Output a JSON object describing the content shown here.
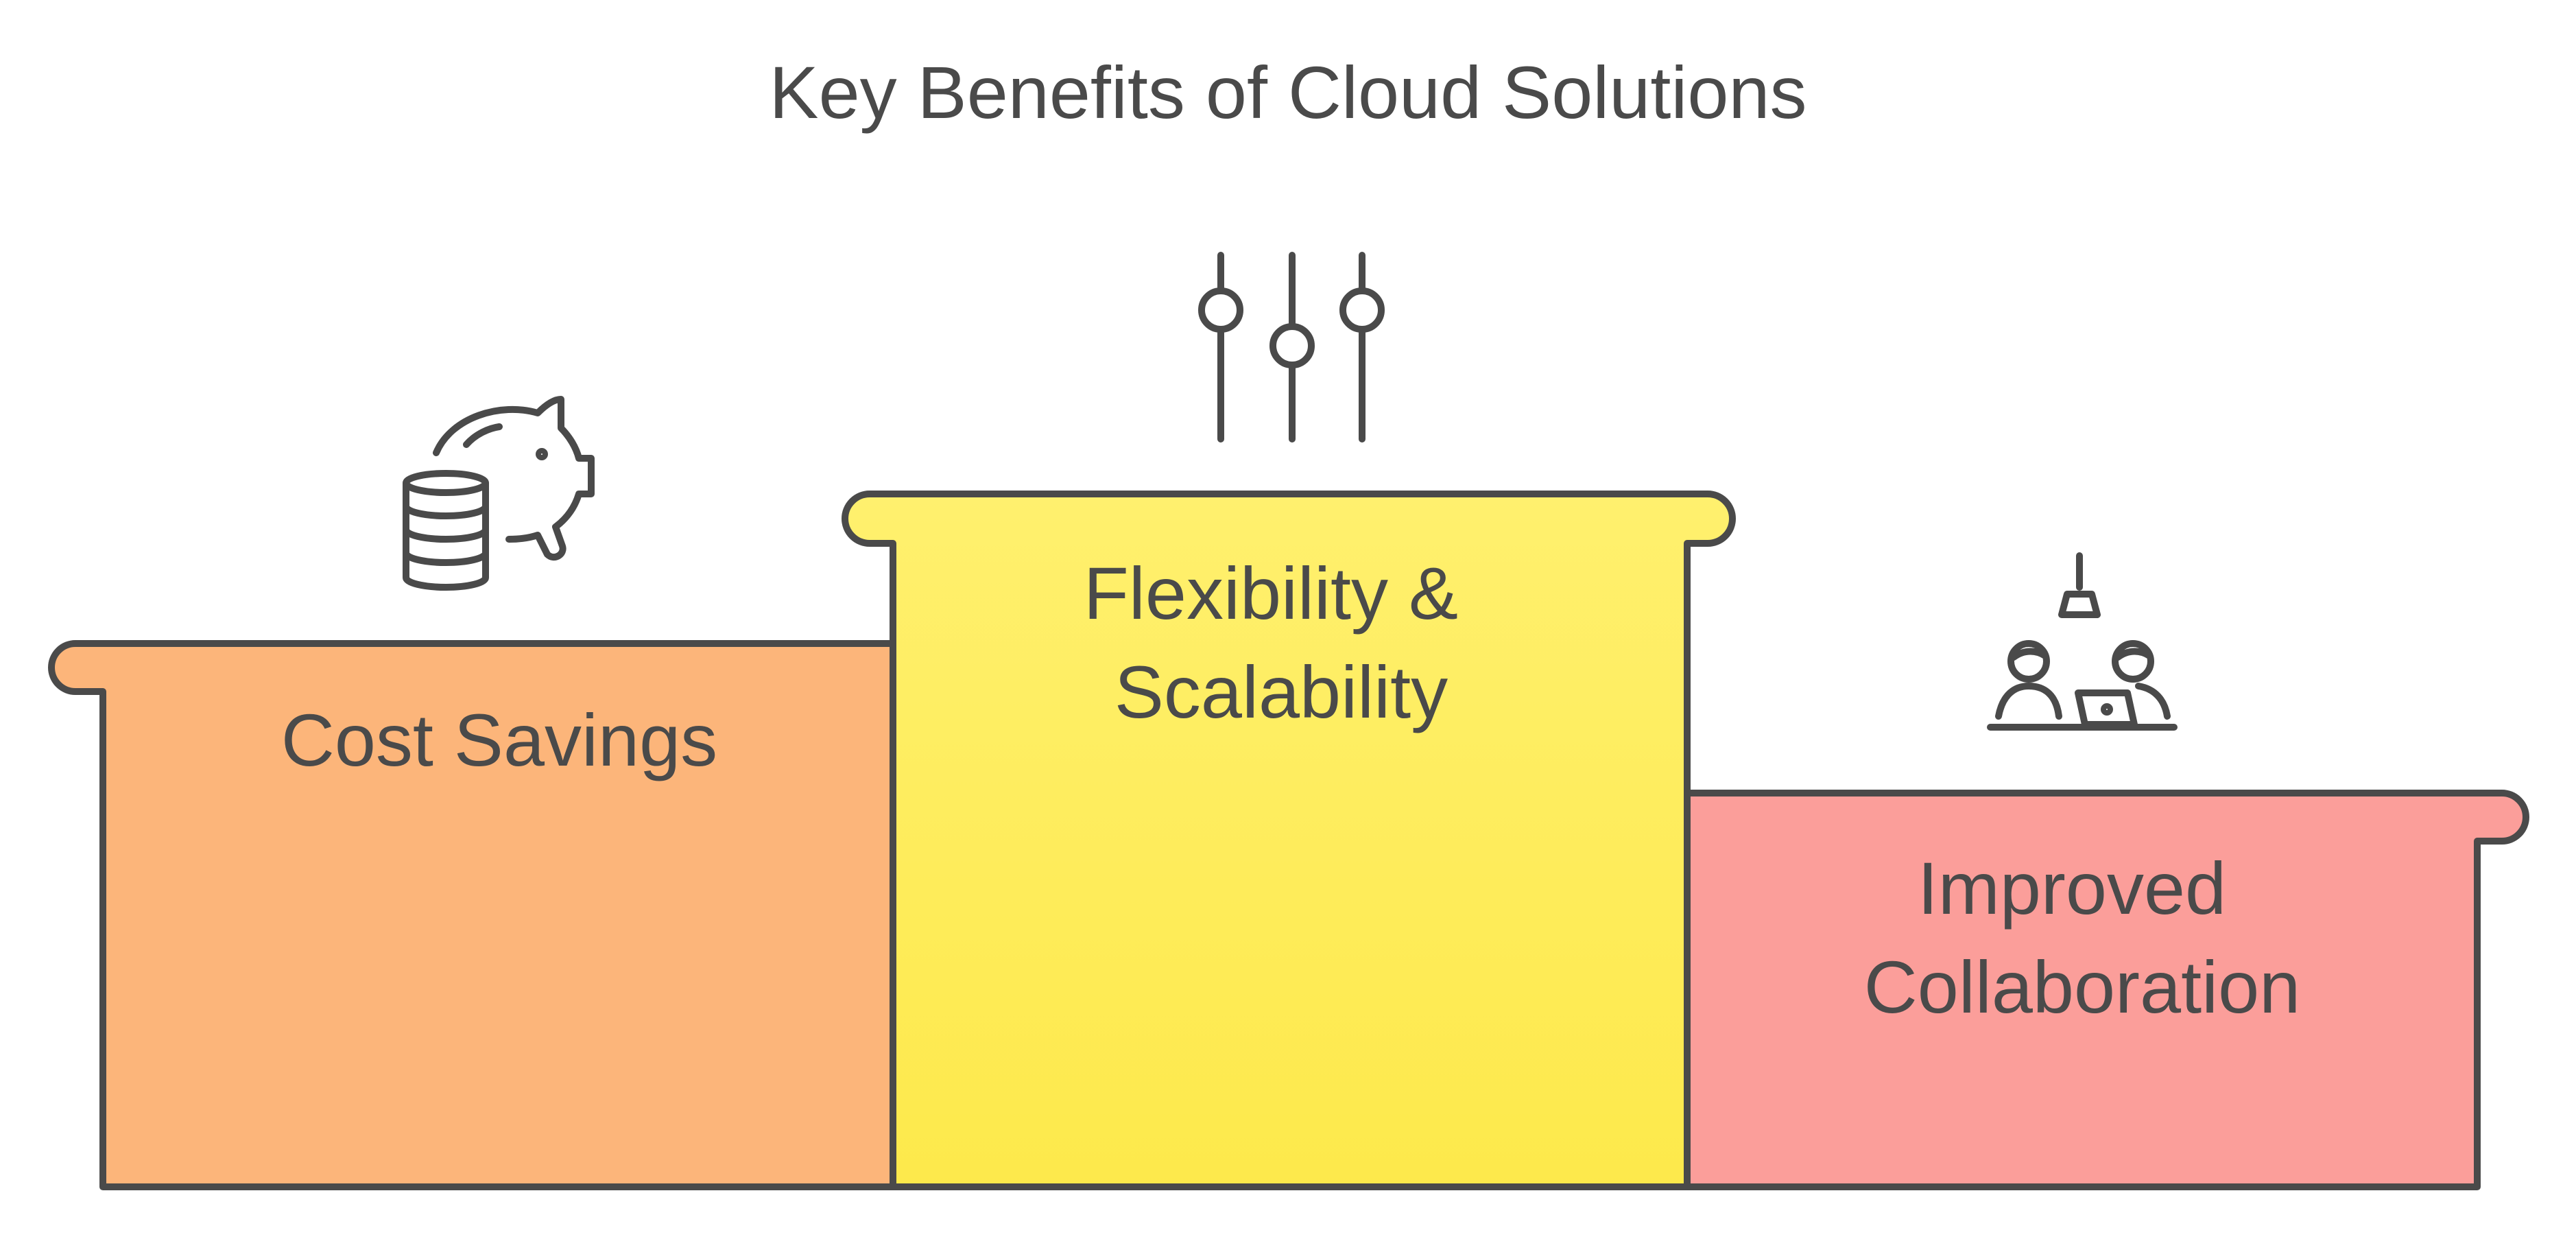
{
  "title": "Key Benefits of Cloud Solutions",
  "colors": {
    "outline": "#4a4a4a",
    "cost_savings": "#fcb57a",
    "flexibility": "#fdee6a",
    "collaboration": "#fb9e9a"
  },
  "steps": [
    {
      "id": "cost-savings",
      "label_lines": [
        "Cost Savings"
      ],
      "icon": "piggy-bank-coins-icon",
      "rank": 2
    },
    {
      "id": "flexibility-scalability",
      "label_lines": [
        "Flexibility &",
        "Scalability"
      ],
      "icon": "sliders-icon",
      "rank": 1
    },
    {
      "id": "improved-collaboration",
      "label_lines": [
        "Improved",
        "Collaboration"
      ],
      "icon": "team-meeting-icon",
      "rank": 3
    }
  ]
}
